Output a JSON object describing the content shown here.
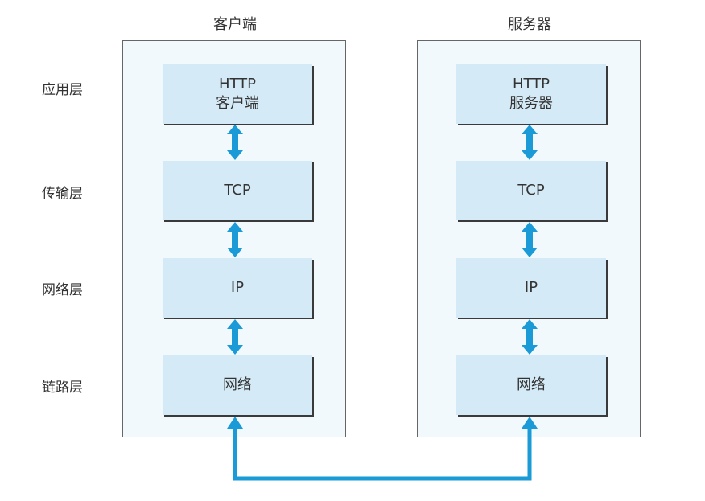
{
  "columns": {
    "client_title": "客户端",
    "server_title": "服务器"
  },
  "layers": [
    {
      "label": "应用层"
    },
    {
      "label": "传输层"
    },
    {
      "label": "网络层"
    },
    {
      "label": "链路层"
    }
  ],
  "client": {
    "boxes": [
      {
        "line1": "HTTP",
        "line2": "客户端"
      },
      {
        "line1": "TCP"
      },
      {
        "line1": "IP"
      },
      {
        "line1": "网络"
      }
    ]
  },
  "server": {
    "boxes": [
      {
        "line1": "HTTP",
        "line2": "服务器"
      },
      {
        "line1": "TCP"
      },
      {
        "line1": "IP"
      },
      {
        "line1": "网络"
      }
    ]
  },
  "colors": {
    "arrow": "#1a9ad6",
    "panel_bg": "#f1f9fd",
    "box_bg": "#d4eaf6"
  },
  "icons": {
    "vertical_arrows": "double-headed-arrow",
    "link": "connection-line"
  }
}
